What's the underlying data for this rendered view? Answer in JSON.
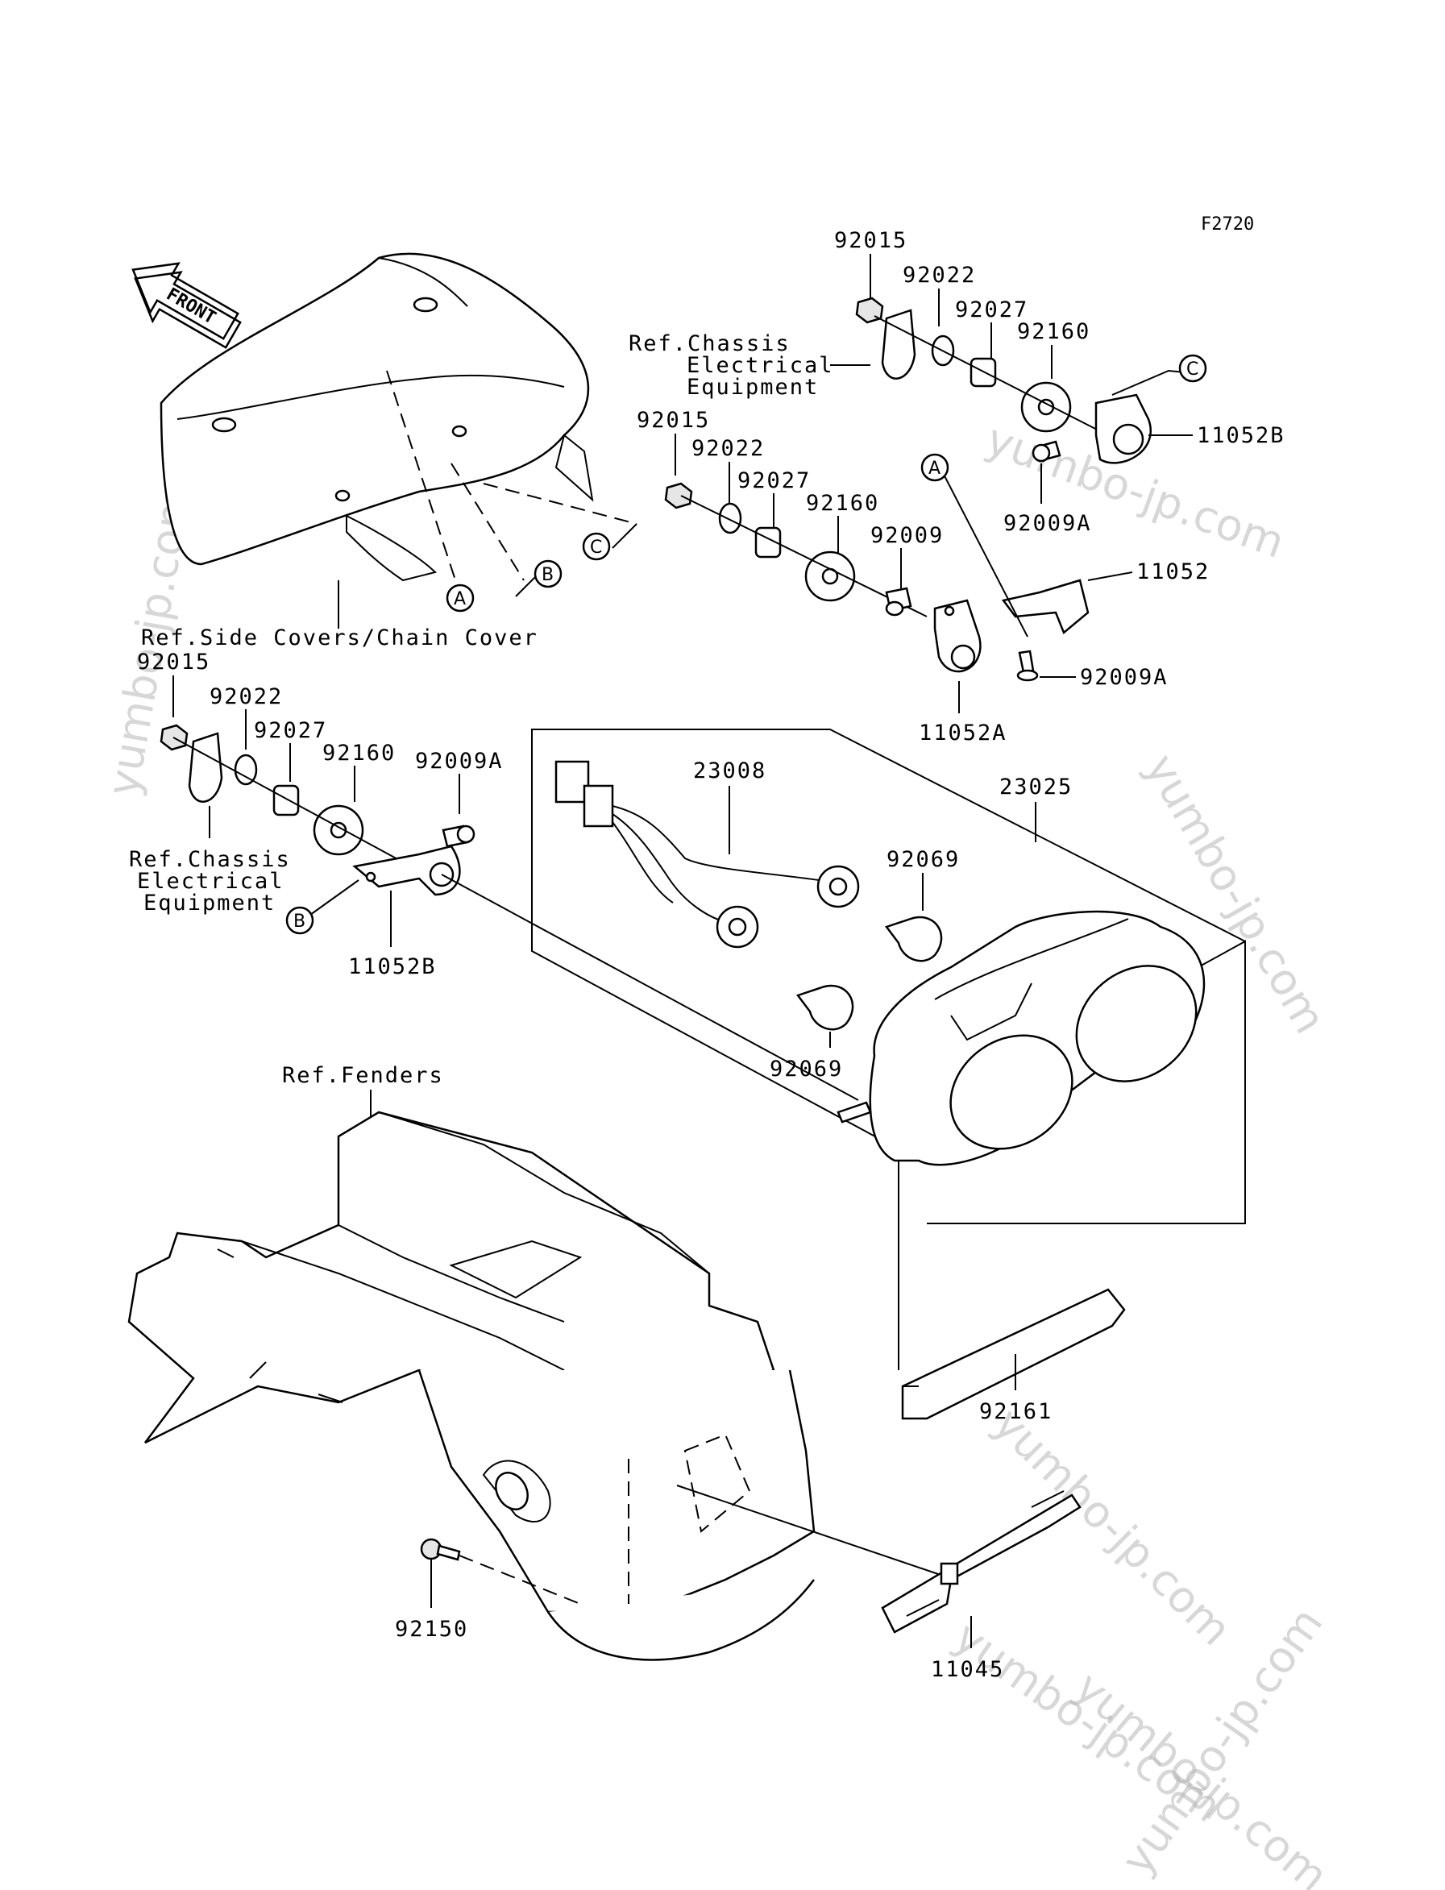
{
  "figure_code": "F2720",
  "front_label": "FRONT",
  "callout_letters": {
    "a": "A",
    "b": "B",
    "c": "C"
  },
  "ref_labels": {
    "chassis_line1": "Ref.Chassis",
    "chassis_line2": "Electrical",
    "chassis_line3": "Equipment",
    "side_covers": "Ref.Side Covers/Chain Cover",
    "fenders": "Ref.Fenders"
  },
  "part_labels": {
    "p92015_top": "92015",
    "p92022_top": "92022",
    "p92027_top": "92027",
    "p92160_top": "92160",
    "p11052B_top": "11052B",
    "p92009A_top": "92009A",
    "p92015_mid": "92015",
    "p92022_mid": "92022",
    "p92027_mid": "92027",
    "p92160_mid": "92160",
    "p92009_mid": "92009",
    "p11052_mid": "11052",
    "p92009A_mid": "92009A",
    "p11052A_mid": "11052A",
    "p92015_left": "92015",
    "p92022_left": "92022",
    "p92027_left": "92027",
    "p92160_left": "92160",
    "p92009A_left": "92009A",
    "p11052B_left": "11052B",
    "p23008": "23008",
    "p23025": "23025",
    "p92069_a": "92069",
    "p92069_b": "92069",
    "p92161": "92161",
    "p92150": "92150",
    "p11045": "11045"
  },
  "watermark": "yumbo-jp.com"
}
